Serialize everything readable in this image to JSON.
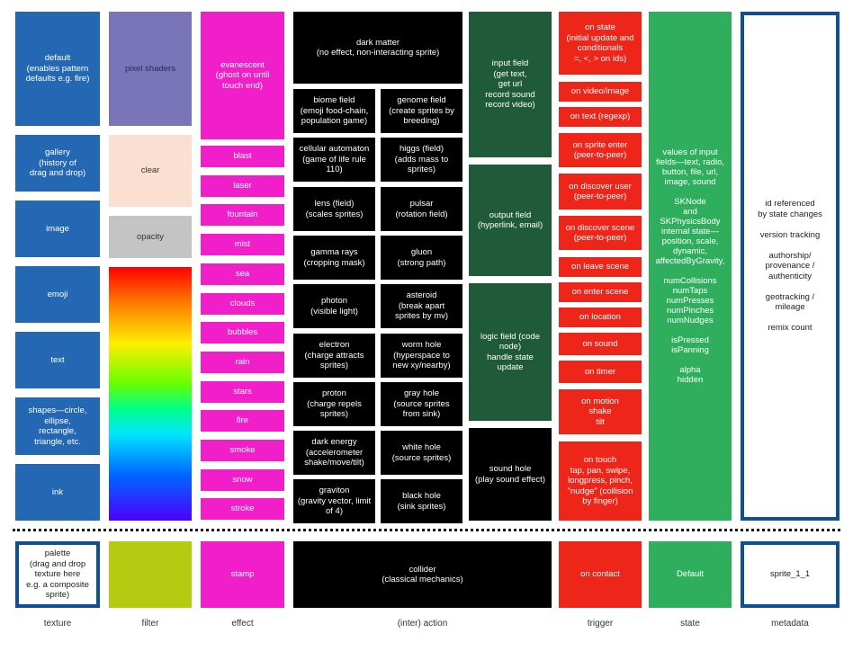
{
  "texture": {
    "items": [
      "default\n(enables pattern\ndefaults e.g. fire)",
      "gallery\n(history of\ndrag and drop)",
      "image",
      "emoji",
      "text",
      "shapes—circle,\nellipse,\nrectangle,\ntriangle, etc.",
      "ink"
    ],
    "palette": "palette\n(drag and drop\ntexture here\ne.g. a composite\nsprite)"
  },
  "filter": {
    "pixel_shaders": "pixel shaders",
    "clear": "clear",
    "opacity": "opacity"
  },
  "effect": {
    "evanescent": "evanescent\n(ghost on until\ntouch end)",
    "items": [
      "blast",
      "laser",
      "fountain",
      "mist",
      "sea",
      "clouds",
      "bubbles",
      "rain",
      "stars",
      "fire",
      "smoke",
      "snow",
      "stroke"
    ],
    "stamp": "stamp"
  },
  "action": {
    "dark_matter": "dark matter\n(no effect, non-interacting sprite)",
    "left": [
      "biome field\n(emoji food-chain,\npopulation game)",
      "cellular automaton\n(game of life rule\n110)",
      "lens (field)\n(scales sprites)",
      "gamma rays\n(cropping mask)",
      "photon\n(visible light)",
      "electron\n(charge attracts\nsprites)",
      "proton\n(charge repels\nsprites)",
      "dark energy\n(accelerometer\nshake/move/tilt)",
      "graviton\n(gravity vector, limit\nof 4)"
    ],
    "right": [
      "genome field\n(create sprites by\nbreeding)",
      "higgs (field)\n(adds mass to\nsprites)",
      "pulsar\n(rotation field)",
      "gluon\n(strong path)",
      "asteroid\n(break apart\nsprites by mv)",
      "worm hole\n(hyperspace to\nnew xy/nearby)",
      "gray hole\n(source sprites\nfrom sink)",
      "white hole\n(source sprites)",
      "black hole\n(sink sprites)"
    ],
    "collider": "collider\n(classical mechanics)"
  },
  "fields": {
    "input": "input field\n(get text,\nget url\nrecord sound\nrecord video)",
    "output": "output field\n(hyperlink, email)",
    "logic": "logic field (code\nnode)\nhandle state\nupdate",
    "sound_hole": "sound hole\n(play sound effect)"
  },
  "trigger": {
    "items": [
      "on state\n(initial update and\nconditionals\n=, <, > on ids)",
      "on video/image",
      "on text (regexp)",
      "on sprite enter\n(peer-to-peer)",
      "on discover user\n(peer-to-peer)",
      "on discover scene\n(peer-to-peer)",
      "on leave scene",
      "on enter scene",
      "on location",
      "on sound",
      "on timer",
      "on motion\nshake\ntilt",
      "on touch\ntap, pan, swipe,\nlongpress, pinch,\n\"nudge\" (collision\nby finger)"
    ],
    "contact": "on contact"
  },
  "state": {
    "main": "values of input\nfields—text, radio,\nbutton, file, url,\nimage, sound\n\nSKNode\nand\nSKPhysicsBody\ninternal state—\nposition, scale,\ndynamic,\naffectedByGravity,\n\nnumCollisions\nnumTaps\nnumPresses\nnumPinches\nnumNudges\n\nisPressed\nisPanning\n\nalpha\nhidden",
    "default": "Default"
  },
  "metadata": {
    "main": "id referenced\nby state changes\n\nversion tracking\n\nauthorship/\nprovenance /\nauthenticity\n\ngeotracking /\nmileage\n\nremix count",
    "sprite": "sprite_1_1"
  },
  "labels": {
    "texture": "texture",
    "filter": "filter",
    "effect": "effect",
    "action": "(inter) action",
    "trigger": "trigger",
    "state": "state",
    "metadata": "metadata"
  },
  "colors": {
    "texture": "#2468b4",
    "filter": "#7a75b9",
    "effect": "#f11fc9",
    "action": "#000000",
    "field": "#1f5b39",
    "trigger": "#ee2519",
    "state": "#2faf5e",
    "metadata_border": "#0e4f98",
    "stamp_filter": "#b5cb11"
  }
}
